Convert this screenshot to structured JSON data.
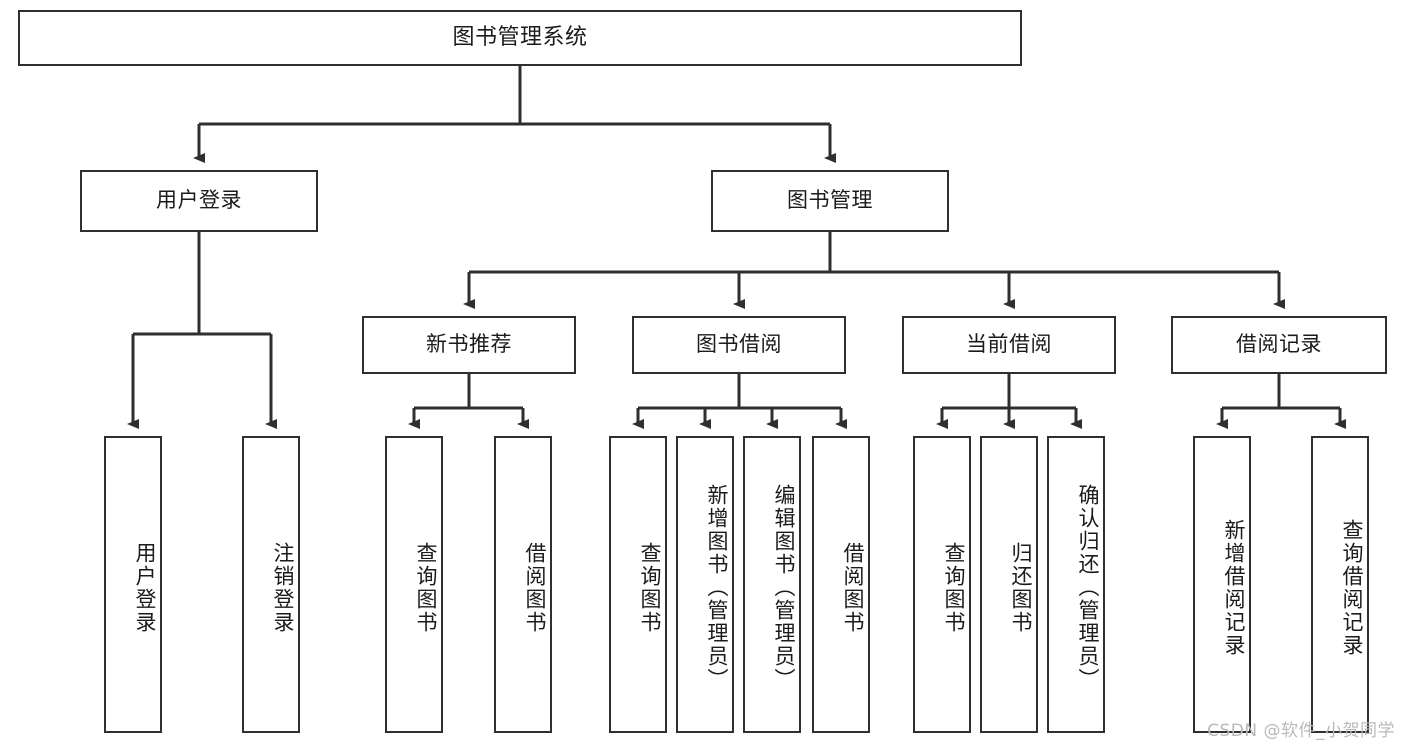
{
  "diagram": {
    "title_box": {
      "label": "图书管理系统"
    },
    "level2": [
      {
        "id": "user-login",
        "label": "用户登录"
      },
      {
        "id": "book-management",
        "label": "图书管理"
      }
    ],
    "level3": [
      {
        "id": "new-book-recommend",
        "label": "新书推荐"
      },
      {
        "id": "book-borrow",
        "label": "图书借阅"
      },
      {
        "id": "current-borrow",
        "label": "当前借阅"
      },
      {
        "id": "borrow-record",
        "label": "借阅记录"
      }
    ],
    "leaves": {
      "user_login": [
        {
          "id": "leaf-user-login",
          "label": "用户登录"
        },
        {
          "id": "leaf-logout-login",
          "label": "注销登录"
        }
      ],
      "new_book_recommend": [
        {
          "id": "leaf-query-book-1",
          "label": "查询图书"
        },
        {
          "id": "leaf-borrow-book-1",
          "label": "借阅图书"
        }
      ],
      "book_borrow": [
        {
          "id": "leaf-query-book-2",
          "label": "查询图书"
        },
        {
          "id": "leaf-add-book",
          "label": "新增图书（管理员）"
        },
        {
          "id": "leaf-edit-book",
          "label": "编辑图书（管理员）"
        },
        {
          "id": "leaf-borrow-book-2",
          "label": "借阅图书"
        }
      ],
      "current_borrow": [
        {
          "id": "leaf-query-book-3",
          "label": "查询图书"
        },
        {
          "id": "leaf-return-book",
          "label": "归还图书"
        },
        {
          "id": "leaf-confirm-return",
          "label": "确认归还（管理员）"
        }
      ],
      "borrow_record": [
        {
          "id": "leaf-add-record",
          "label": "新增借阅记录"
        },
        {
          "id": "leaf-query-record",
          "label": "查询借阅记录"
        }
      ]
    },
    "watermark": "CSDN @软件_小贺同学",
    "colors": {
      "stroke": "#2f2f2f",
      "background": "#ffffff",
      "text": "#1b1b1b",
      "watermark": "#b9b9b9"
    }
  }
}
